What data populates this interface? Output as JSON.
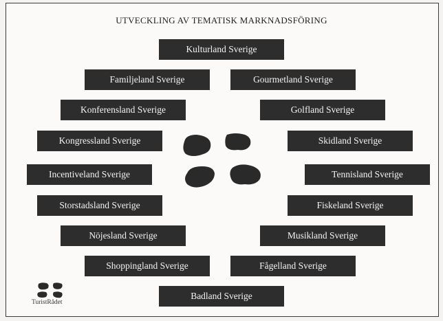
{
  "title": "UTVECKLING AV TEMATISK MARKNADSFÖRING",
  "boxes": [
    "Kulturland Sverige",
    "Familjeland Sverige",
    "Gourmetland  Sverige",
    "Konferensland Sverige",
    "Golfland Sverige",
    "Kongressland Sverige",
    "Skidland Sverige",
    "Incentiveland Sverige",
    "Tennisland Sverige",
    "Storstadsland Sverige",
    "Fiskeland Sverige",
    "Nöjesland Sverige",
    "Musikland Sverige",
    "Shoppingland Sverige",
    "Fågelland Sverige",
    "Badland Sverige"
  ],
  "logo": {
    "name": "TuristRådet",
    "text": "TuristRådet"
  },
  "colors": {
    "box": "#2d2d2d",
    "box_text": "#f3f3f3",
    "background": "#fbfaf8",
    "border": "#3a3a3a"
  }
}
